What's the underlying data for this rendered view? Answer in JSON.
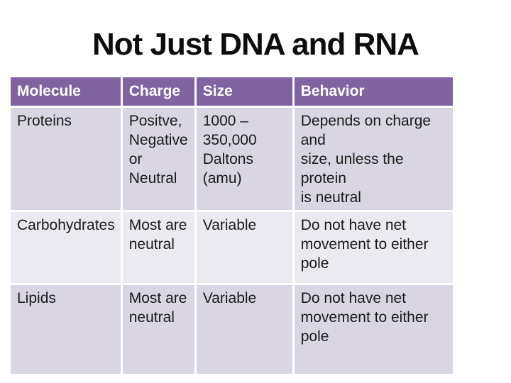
{
  "slide": {
    "title": "Not Just DNA and RNA"
  },
  "table": {
    "headers": [
      "Molecule",
      "Charge",
      "Size",
      "Behavior"
    ],
    "rows": [
      {
        "cells": [
          "Proteins",
          "Positve,\nNegative\nor Neutral",
          "1000 –\n350,000\nDaltons (amu)",
          "Depends on charge and\nsize, unless the protein\nis neutral"
        ]
      },
      {
        "cells": [
          "Carbohydrates",
          "Most are\nneutral",
          "Variable",
          "Do not have net\nmovement to either\npole"
        ]
      },
      {
        "cells": [
          "Lipids",
          "Most are\nneutral",
          "Variable",
          "Do not have net\nmovement to either\npole"
        ]
      }
    ]
  },
  "colors": {
    "page_bg": "#FFFFFF",
    "title_text": "#0D0D0D",
    "header_bg": "#8064A2",
    "header_text": "#FFFFFF",
    "band_dark": "#D9D5E2",
    "band_light": "#ECEAF1",
    "body_text": "#1A1A1A"
  }
}
